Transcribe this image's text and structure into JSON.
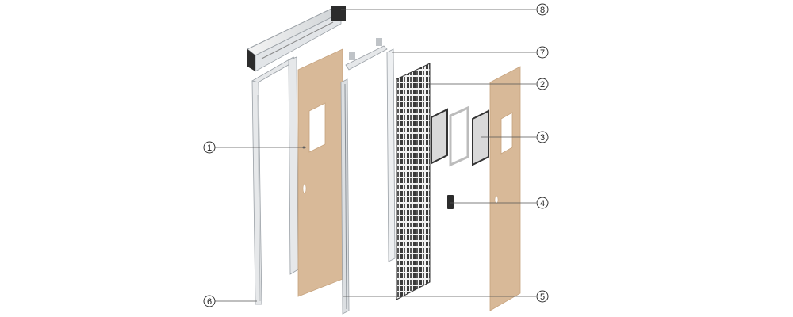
{
  "diagram": {
    "callouts": [
      {
        "id": "1",
        "label": "1"
      },
      {
        "id": "2",
        "label": "2"
      },
      {
        "id": "3",
        "label": "3"
      },
      {
        "id": "4",
        "label": "4"
      },
      {
        "id": "5",
        "label": "5"
      },
      {
        "id": "6",
        "label": "6"
      },
      {
        "id": "7",
        "label": "7"
      },
      {
        "id": "8",
        "label": "8"
      }
    ],
    "colors": {
      "panel": "#d8b998",
      "panel_edge": "#c6a37e",
      "frame": "#e6e8ea",
      "frame_edge": "#9aa0a6",
      "dark": "#2c2c2c",
      "leader": "#555555"
    }
  }
}
